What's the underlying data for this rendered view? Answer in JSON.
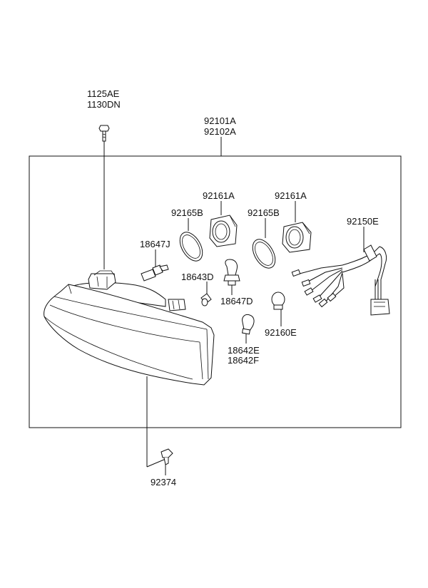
{
  "labels": {
    "bolt_a": "1125AE",
    "bolt_b": "1130DN",
    "assembly_a": "92101A",
    "assembly_b": "92102A",
    "cap_left": "92161A",
    "cap_right": "92161A",
    "ring_left": "92165B",
    "ring_right": "92165B",
    "bulb_j": "18647J",
    "bulb_d_socket": "18643D",
    "bulb_d": "18647D",
    "harness": "92150E",
    "socket": "92160E",
    "bulb_e": "18642E",
    "bulb_f": "18642F",
    "clip": "92374"
  }
}
